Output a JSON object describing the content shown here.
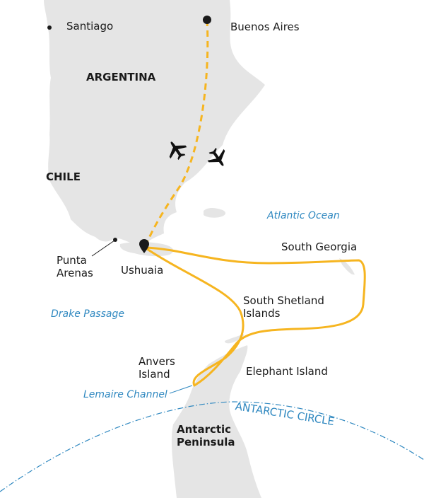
{
  "places": {
    "santiago": "Santiago",
    "buenos_aires": "Buenos Aires",
    "punta_arenas": "Punta\nArenas",
    "ushuaia": "Ushuaia",
    "south_georgia": "South Georgia",
    "south_shetland": "South Shetland\nIslands",
    "anvers": "Anvers\nIsland",
    "elephant": "Elephant Island",
    "antarctic_peninsula": "Antarctic\nPeninsula"
  },
  "countries": {
    "argentina": "ARGENTINA",
    "chile": "CHILE"
  },
  "waters": {
    "atlantic": "Atlantic Ocean",
    "drake": "Drake Passage",
    "lemaire": "Lemaire Channel"
  },
  "antarctic_circle": "ANTARCTIC CIRCLE",
  "colors": {
    "land": "#e5e5e5",
    "route": "#f6b520",
    "water_label": "#2f88c0",
    "text": "#1a1a1a"
  },
  "icons": [
    "airplane-icon",
    "airplane-icon",
    "location-pin-icon",
    "city-dot-icon"
  ]
}
